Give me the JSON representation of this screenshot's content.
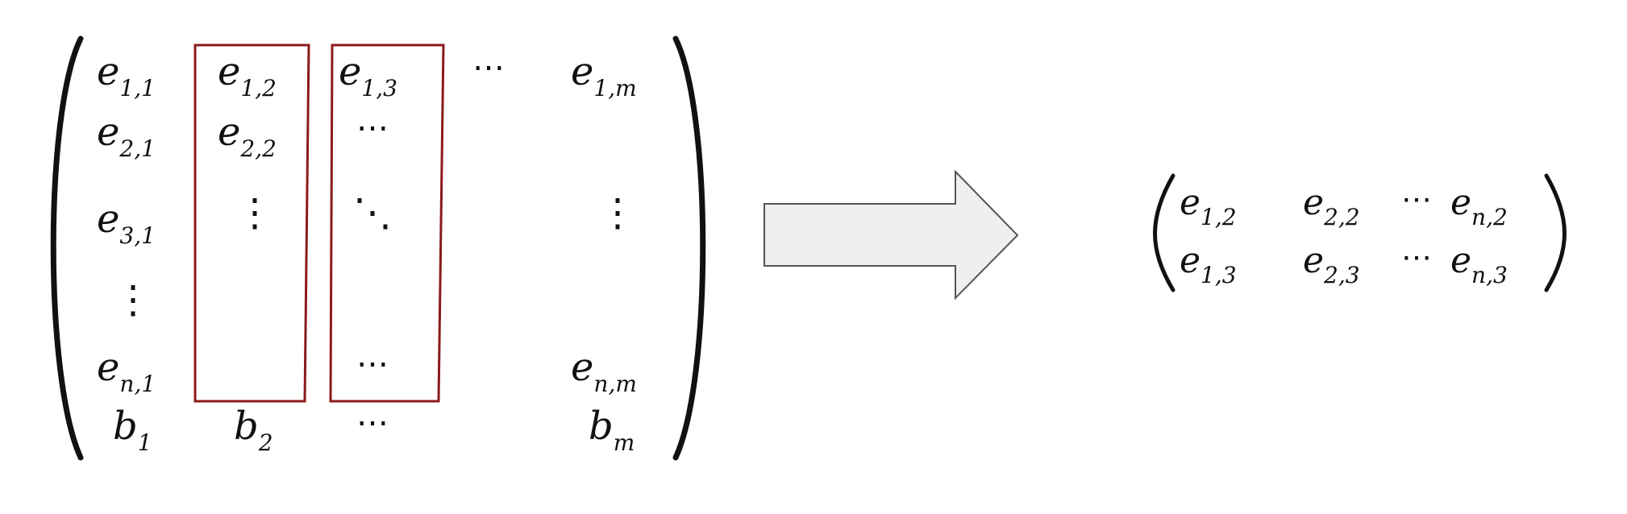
{
  "colors": {
    "highlight_box": "#8b1a1a",
    "arrow_fill": "#efefef",
    "arrow_stroke": "#555555",
    "ink": "#111111"
  },
  "left_matrix": {
    "col1": {
      "r1": {
        "base": "e",
        "sub": "1,1"
      },
      "r2": {
        "base": "e",
        "sub": "2,1"
      },
      "r3": {
        "base": "e",
        "sub": "3,1"
      },
      "rn": {
        "base": "e",
        "sub": "n,1"
      },
      "b": {
        "base": "b",
        "sub": "1"
      }
    },
    "col2": {
      "r1": {
        "base": "e",
        "sub": "1,2"
      },
      "r2": {
        "base": "e",
        "sub": "2,2"
      },
      "b": {
        "base": "b",
        "sub": "2"
      }
    },
    "col3": {
      "r1": {
        "base": "e",
        "sub": "1,3"
      }
    },
    "colm": {
      "r1": {
        "base": "e",
        "sub": "1,m"
      },
      "rn": {
        "base": "e",
        "sub": "n,m"
      },
      "b": {
        "base": "b",
        "sub": "m"
      }
    },
    "hdots": "⋯",
    "vdots": "⋮",
    "ddots": "⋱"
  },
  "right_matrix": {
    "row1": {
      "a": {
        "base": "e",
        "sub": "1,2"
      },
      "b": {
        "base": "e",
        "sub": "2,2"
      },
      "c": {
        "base": "e",
        "sub": "n,2"
      }
    },
    "row2": {
      "a": {
        "base": "e",
        "sub": "1,3"
      },
      "b": {
        "base": "e",
        "sub": "2,3"
      },
      "c": {
        "base": "e",
        "sub": "n,3"
      }
    },
    "hdots": "⋯"
  },
  "arrow_icon": "right-arrow-icon"
}
